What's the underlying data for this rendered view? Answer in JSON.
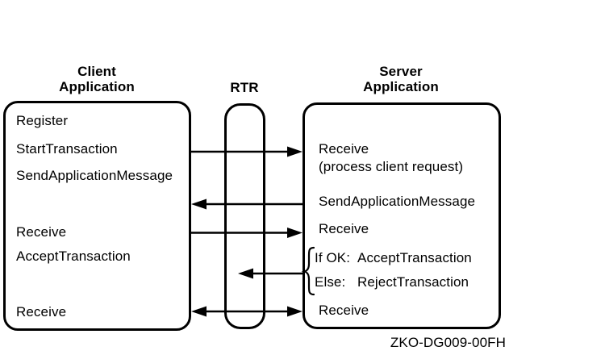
{
  "headers": {
    "client": "Client\nApplication",
    "rtr": "RTR",
    "server": "Server\nApplication"
  },
  "client_box": {
    "items": [
      "Register",
      "StartTransaction",
      "SendApplicationMessage",
      "Receive",
      "AcceptTransaction",
      "Receive"
    ]
  },
  "server_box": {
    "receive_request": "Receive",
    "receive_request_note": "(process client request)",
    "send_application_message": "SendApplicationMessage",
    "receive": "Receive",
    "conditional": {
      "if_label": "If OK:",
      "if_action": "AcceptTransaction",
      "else_label": "Else:",
      "else_action": "RejectTransaction"
    },
    "receive_final": "Receive"
  },
  "figure_label": "ZKO-DG009-00FH",
  "arrows": [
    {
      "from": "client",
      "to": "server",
      "direction": "right"
    },
    {
      "from": "server",
      "to": "client",
      "direction": "left"
    },
    {
      "from": "client",
      "to": "server",
      "direction": "right"
    },
    {
      "from": "server",
      "to": "rtr",
      "direction": "left"
    },
    {
      "from": "client",
      "to": "server",
      "direction": "both"
    }
  ],
  "colors": {
    "ink": "#000000",
    "background": "#ffffff"
  }
}
